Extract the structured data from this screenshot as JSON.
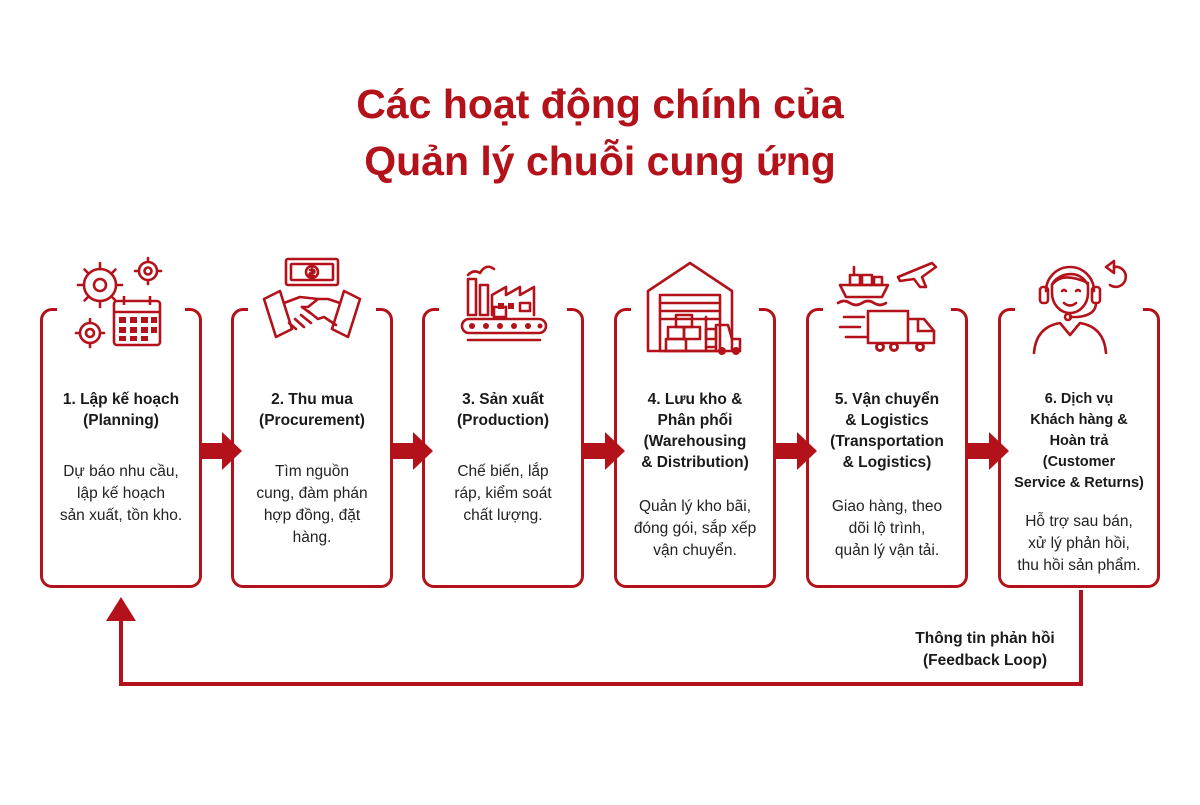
{
  "title": {
    "line1": "Các hoạt động chính của",
    "line2": "Quản lý chuỗi cung ứng"
  },
  "colors": {
    "accent": "#b3121a",
    "text": "#1a1a1a"
  },
  "steps": [
    {
      "icon": "gears-calendar-icon",
      "title": "1. Lập kế hoạch\n(Planning)",
      "desc": "Dự báo nhu cầu,\nlập kế hoạch\nsản xuất, tồn kho."
    },
    {
      "icon": "handshake-money-icon",
      "title": "2. Thu mua\n(Procurement)",
      "desc": "Tìm nguồn\ncung, đàm phán\nhợp đồng, đặt\nhàng."
    },
    {
      "icon": "factory-conveyor-icon",
      "title": "3. Sản xuất\n(Production)",
      "desc": "Chế biến, lắp\nráp, kiểm soát\nchất lượng."
    },
    {
      "icon": "warehouse-forklift-icon",
      "title": "4. Lưu kho &\nPhân phối\n(Warehousing\n& Distribution)",
      "desc": "Quản lý kho bãi,\nđóng gói, sắp xếp\nvận chuyển."
    },
    {
      "icon": "ship-plane-truck-icon",
      "title": "5. Vận chuyển\n& Logistics\n(Transportation\n& Logistics)",
      "desc": "Giao hàng, theo\ndõi lộ trình,\nquản lý vận tải."
    },
    {
      "icon": "customer-service-agent-icon",
      "title": "6. Dịch vụ\nKhách hàng &\nHoàn trả\n(Customer\nService & Returns)",
      "desc": "Hỗ trợ sau bán,\nxử lý phản hồi,\nthu hồi sản phẩm."
    }
  ],
  "feedback": {
    "label": "Thông tin phản hồi\n(Feedback Loop)"
  }
}
